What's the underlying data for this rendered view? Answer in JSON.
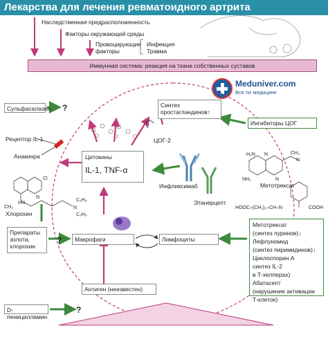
{
  "title": "Лекарства для лечения ревматоидного артрита",
  "causes": {
    "heredity": "Наследственная предрасположенность",
    "environment": "Факторы окружающей среды",
    "provoking": [
      "Провоцирующие",
      "факторы"
    ],
    "infection": "Инфекция",
    "trauma": "Травма"
  },
  "immune_system": "Иммунная система: реакция на ткани собственных суставов",
  "logo": {
    "title": "Meduniver.com",
    "subtitle": "Все по медицине"
  },
  "drugs": {
    "sulfasalazine": "Сульфасалазин",
    "il1_receptor": "Рецептор IL-1",
    "anakinra": "Анакинра",
    "chloroquine": "Хлорохин",
    "gold": [
      "Препараты",
      "золота,",
      "хлорохин"
    ],
    "penicillamine": "D-пеницилламин",
    "cox_inhibitors": "Ингибиторы ЦОГ",
    "infliximab": "Инфликсимаб",
    "etanercept": "Этанерцепт",
    "methotrexate": "Метотрексат"
  },
  "nodes": {
    "prostaglandin": [
      "Синтез",
      "простагландинов"
    ],
    "cox2": "ЦОГ-2",
    "cytokines": "Цитокины",
    "cytokine_formula": "IL-1, TNF-α",
    "macrophages": "Макрофаги",
    "lymphocytes": "Лимфоциты",
    "antigen": "Антиген (неизвестен)"
  },
  "right_list": [
    [
      "Метотрексат",
      "(синтез пуринов)"
    ],
    [
      "Лефлуномид",
      "(синтез пиримидинов)"
    ],
    [
      "Циклоспорин А",
      "синтез IL-2",
      "в Т-хелперах)"
    ],
    [
      "Абатасепт",
      "(нарушение активации",
      "Т-клеток)"
    ]
  ],
  "symbols": {
    "question": "?",
    "arrow_up": "↑",
    "arrow_down": "↓"
  },
  "chem": {
    "chloroquine_lines": [
      "Cl",
      "N",
      "HN",
      "CH₃",
      "C₂H₅",
      "N",
      "C₂H₅"
    ],
    "methotrexate_lines": [
      "H₂N",
      "N",
      "N",
      "NH₂",
      "CH₃",
      "N",
      "COOH",
      "HOOC–(CH₂)₂–CH–N"
    ]
  },
  "colors": {
    "title_bg": "#2a90a8",
    "accent": "#c0397a",
    "green": "#3d8a3d",
    "immune": "#e9b9d3"
  }
}
